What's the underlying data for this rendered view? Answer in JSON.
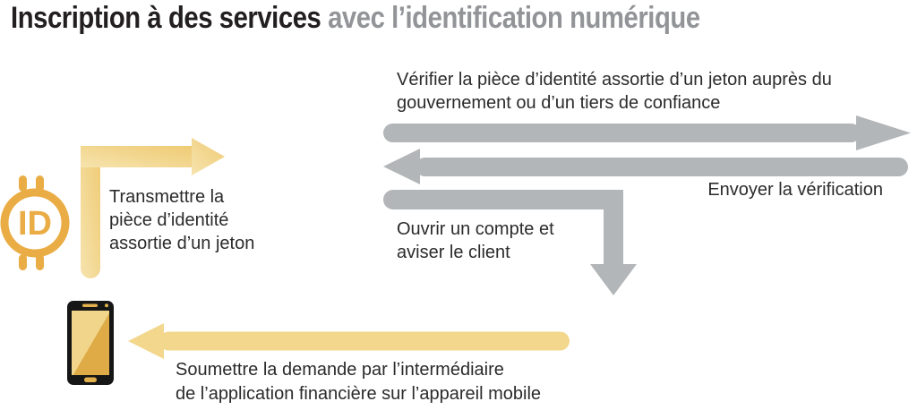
{
  "title": {
    "primary": "Inscription à des services",
    "secondary": " avec l’identification numérique"
  },
  "id_icon": {
    "label": "ID"
  },
  "steps": {
    "transmit": {
      "lines": [
        "Transmettre la",
        "pièce d’identité",
        "assortie d’un jeton"
      ]
    },
    "verify": {
      "lines": [
        "Vérifier la pièce d’identité assortie d’un jeton auprès du",
        "gouvernement ou d’un tiers de confiance"
      ]
    },
    "send_verification": {
      "label": "Envoyer la vérification"
    },
    "open_account": {
      "lines": [
        "Ouvrir un compte et",
        "aviser le client"
      ]
    },
    "submit_request": {
      "lines": [
        "Soumettre la demande par l’intermédiaire",
        "de l’application financière sur l’appareil mobile"
      ]
    }
  },
  "colors": {
    "title_primary": "#231F20",
    "title_secondary": "#929497",
    "body_text": "#2B2B2B",
    "gray_arrow": "#B3B6B8",
    "gold_icon": "#EAAD45",
    "gold_arrow": "#F2D78C",
    "gold_arrow_light": "#F6E3AE",
    "gold_arrow_deep": "#EFCB74",
    "phone_body": "#161616",
    "phone_screen_light": "#F0D58B",
    "phone_screen_dark": "#DEAB46",
    "phone_detail": "#E2B04C"
  }
}
